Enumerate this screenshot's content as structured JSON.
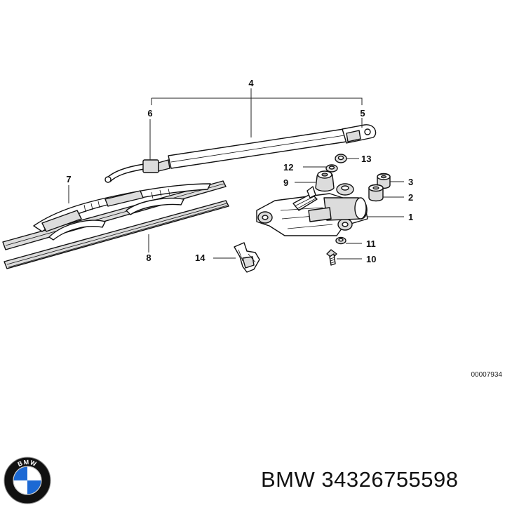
{
  "callouts": {
    "c1": "1",
    "c2": "2",
    "c3": "3",
    "c4": "4",
    "c5": "5",
    "c6": "6",
    "c7": "7",
    "c8": "8",
    "c9": "9",
    "c10": "10",
    "c11": "11",
    "c12": "12",
    "c13": "13",
    "c14": "14"
  },
  "diagram_code": "00007934",
  "logo": {
    "text": "BMW",
    "colors": {
      "ring": "#111111",
      "blue": "#1c69d4",
      "white": "#ffffff"
    }
  },
  "product": {
    "label": "BMW 34326755598"
  }
}
